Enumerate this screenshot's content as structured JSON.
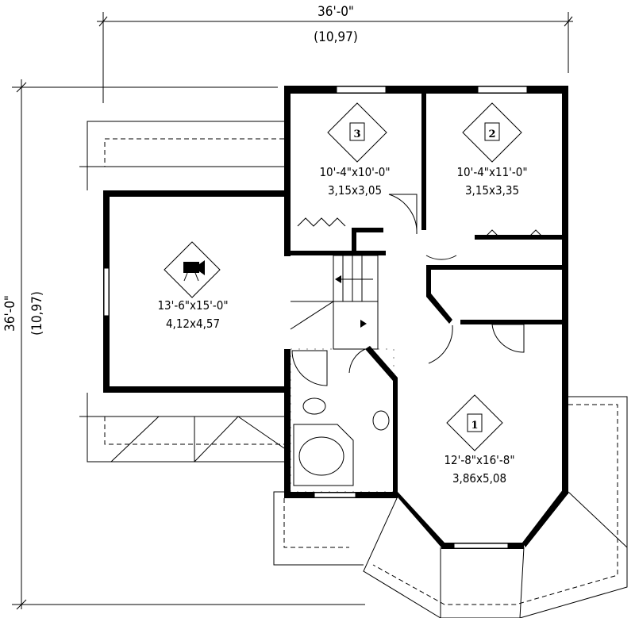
{
  "dimensions": {
    "width_imperial": "36'-0\"",
    "width_metric": "(10,97)",
    "depth_imperial": "36'-0\"",
    "depth_metric": "(10,97)"
  },
  "rooms": [
    {
      "id": "bedroom-3",
      "badge": "3",
      "icon": "bedroom-icon",
      "size_imperial": "10'-4\"x10'-0\"",
      "size_metric": "3,15x3,05"
    },
    {
      "id": "bedroom-2",
      "badge": "2",
      "icon": "bedroom-icon",
      "size_imperial": "10'-4\"x11'-0\"",
      "size_metric": "3,15x3,35"
    },
    {
      "id": "bonus-room",
      "badge": "",
      "icon": "projector-icon",
      "size_imperial": "13'-6\"x15'-0\"",
      "size_metric": "4,12x4,57"
    },
    {
      "id": "bedroom-1",
      "badge": "1",
      "icon": "bedroom-icon",
      "size_imperial": "12'-8\"x16'-8\"",
      "size_metric": "3,86x5,08"
    }
  ]
}
